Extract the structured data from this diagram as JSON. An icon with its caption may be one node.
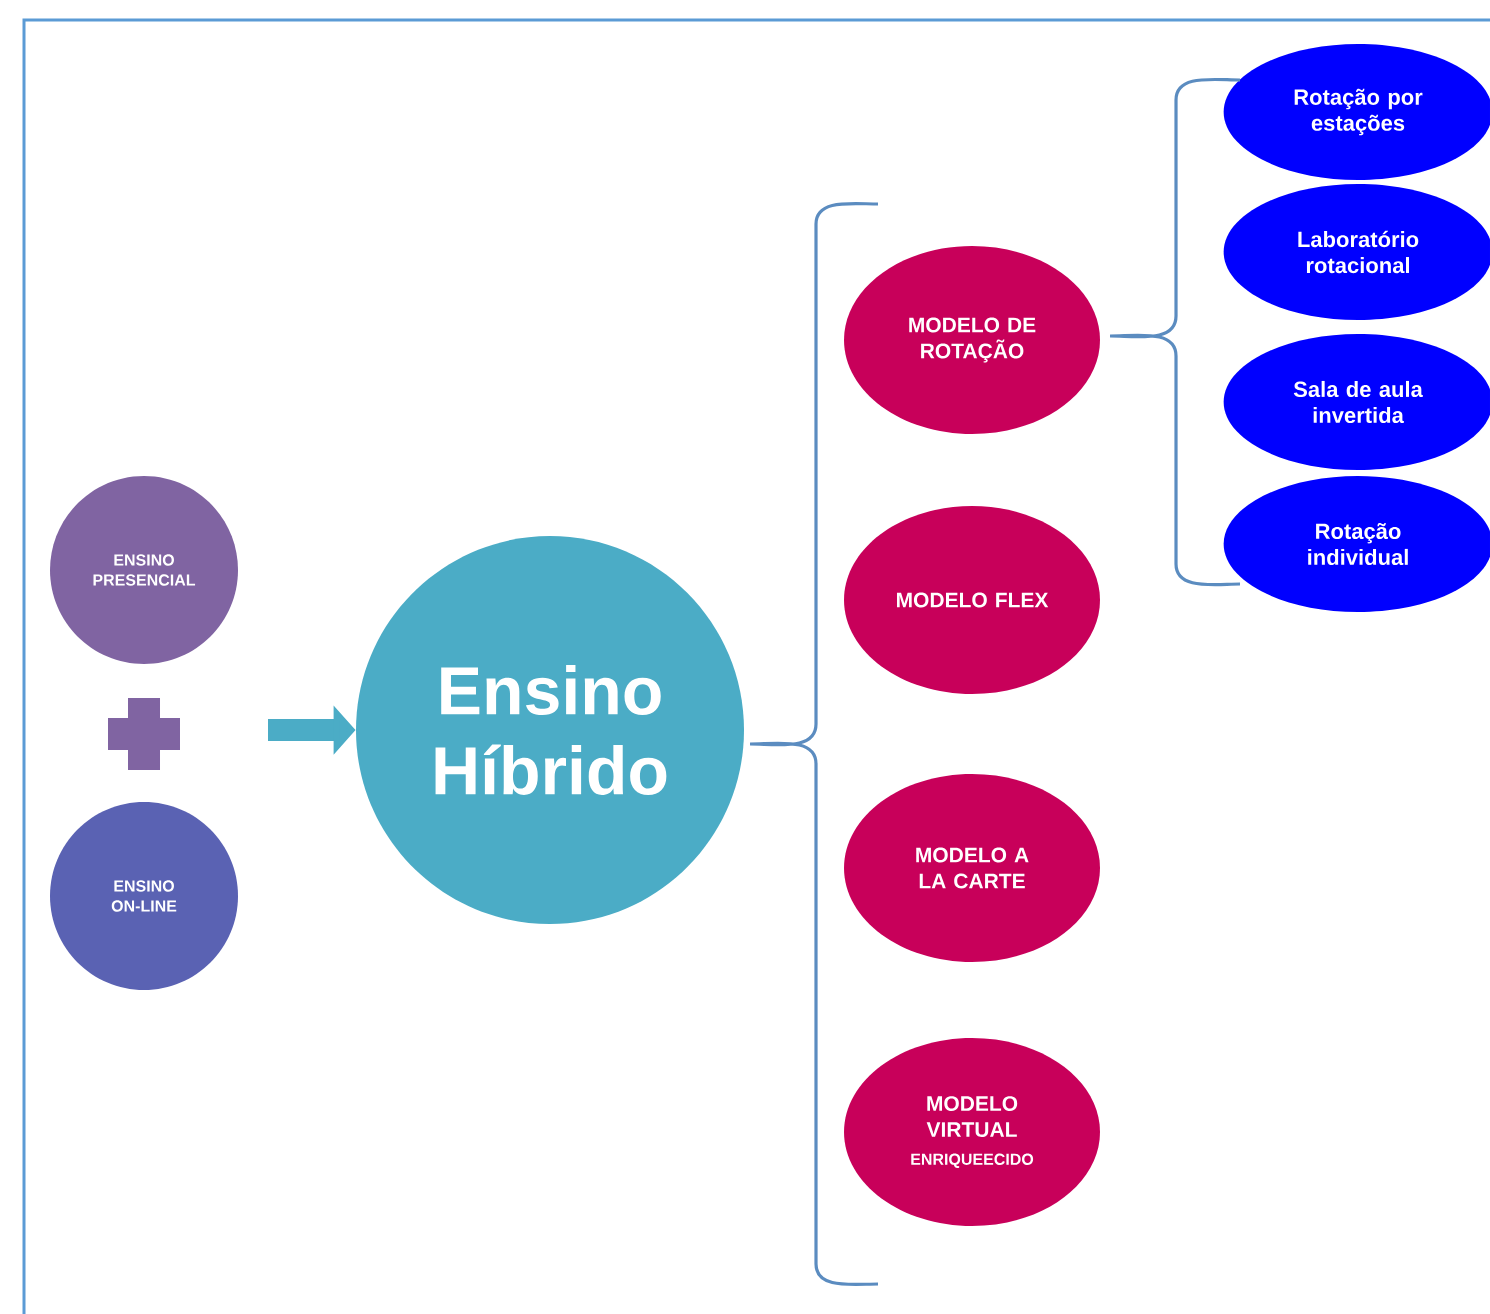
{
  "diagram": {
    "nodes": [
      {
        "text": [
          "ENSINO PRESENCIAL"
        ]
      },
      {
        "text": [
          "ENSINO ON-LINE"
        ]
      },
      {
        "text": [
          "Ensino Híbrido"
        ]
      },
      {
        "text": [
          "MODELO DE ROTAÇÃO"
        ]
      },
      {
        "text": [
          "MODELO FLEX"
        ]
      },
      {
        "text": [
          "MODELO A LA CARTE"
        ]
      },
      {
        "text": [
          "MODELO VIRTUAL",
          "ENRIQUEECIDO"
        ]
      },
      {
        "text": [
          "Rotação por estações"
        ]
      },
      {
        "text": [
          "Laboratório rotacional"
        ]
      },
      {
        "text": [
          "Sala de aula invertida"
        ]
      },
      {
        "text": [
          "Rotação individual"
        ]
      }
    ],
    "edges": [
      {
        "from": null,
        "to": 2,
        "arrow": "to"
      }
    ]
  }
}
